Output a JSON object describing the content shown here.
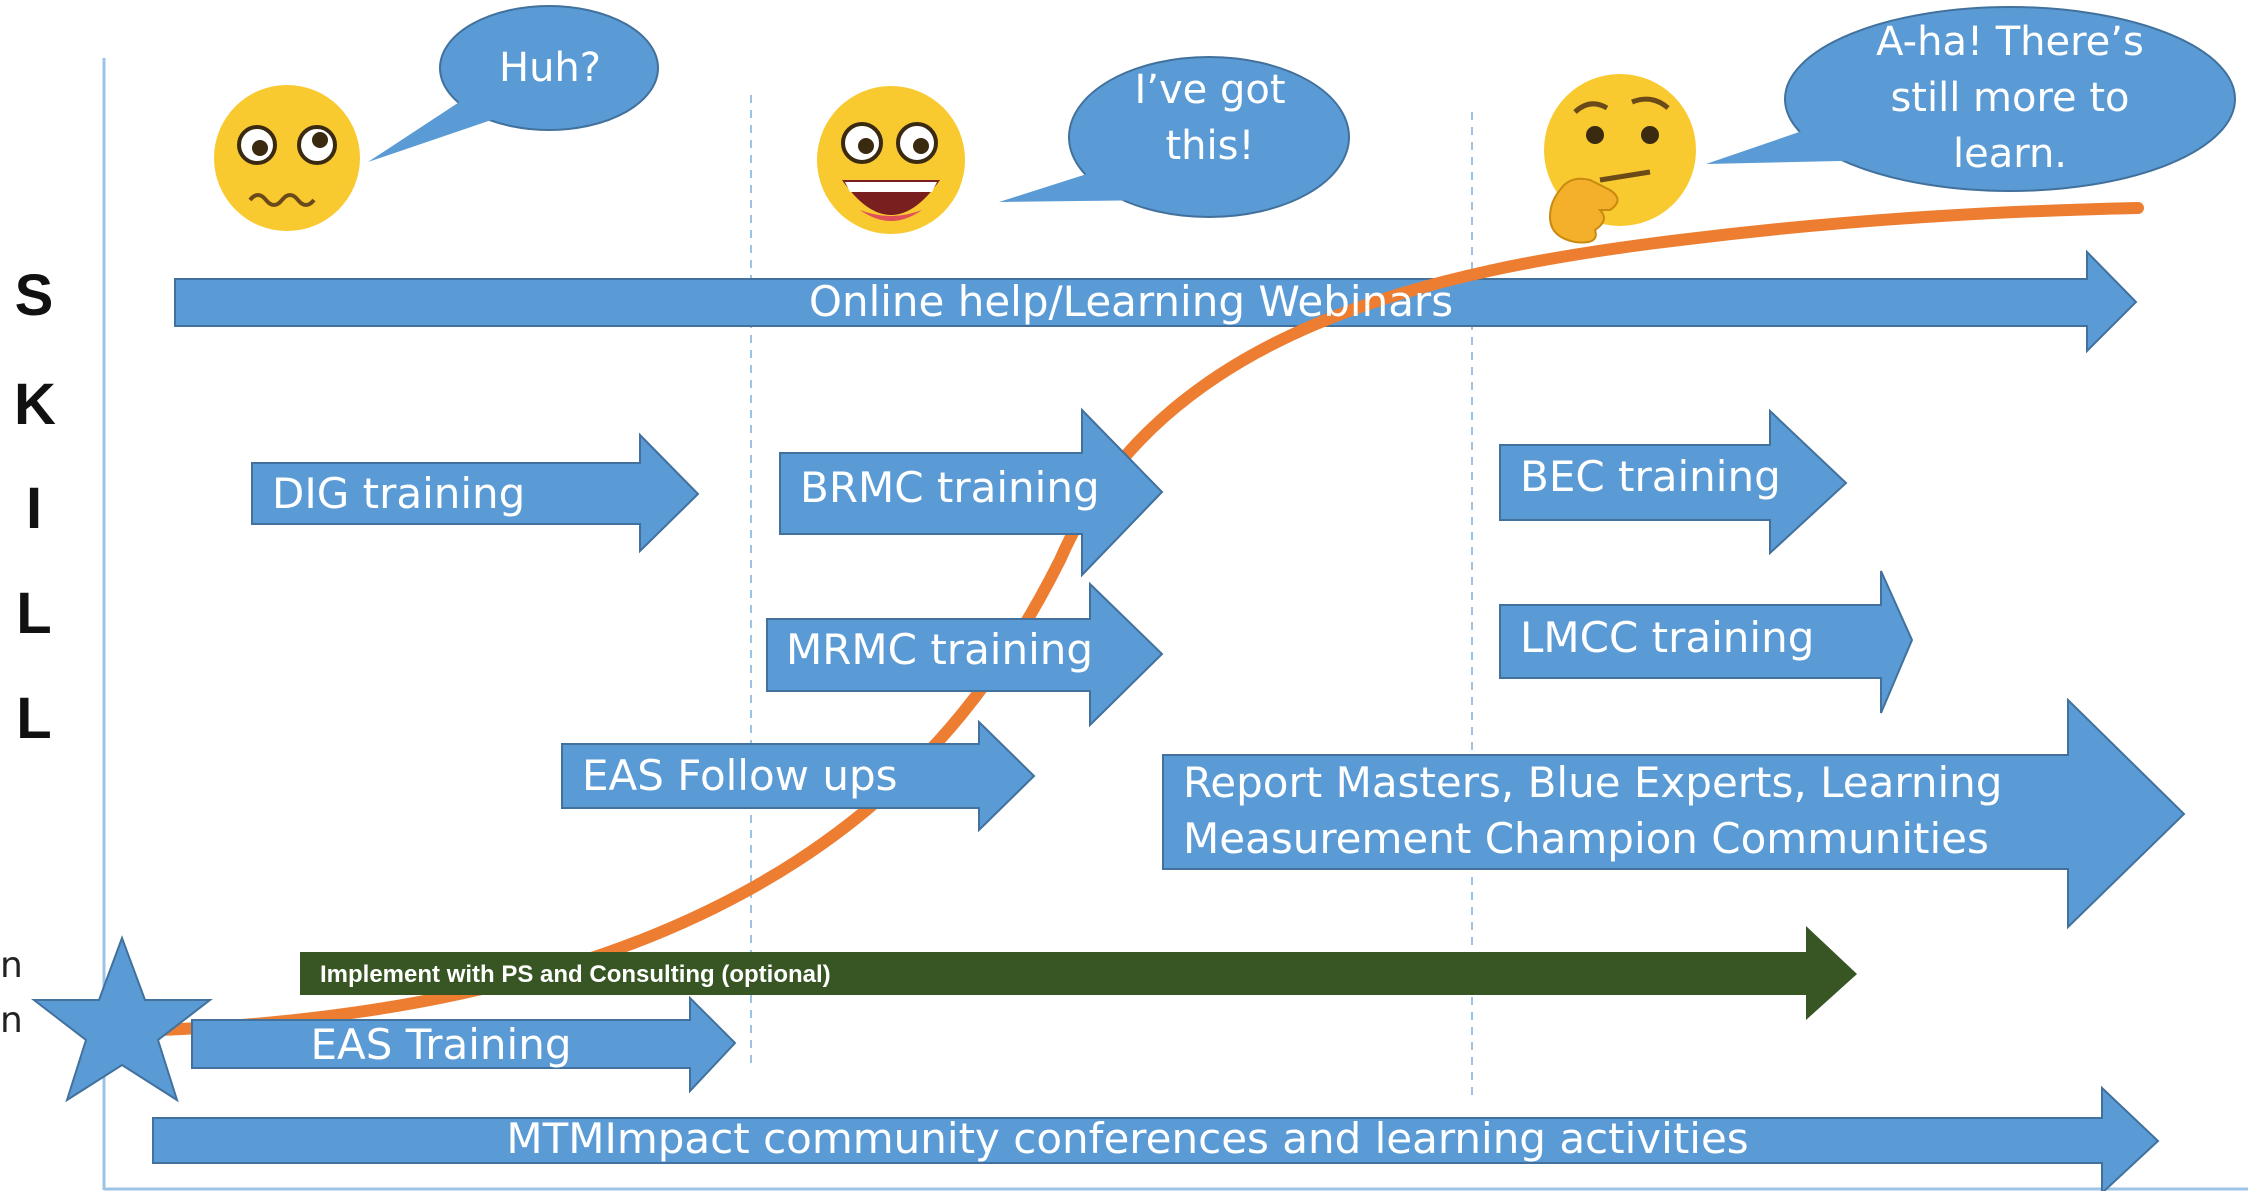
{
  "skill_letters": [
    "S",
    "K",
    "I",
    "L",
    "L"
  ],
  "bubbles": {
    "huh": "Huh?",
    "got_this_line1": "I’ve got",
    "got_this_line2": "this!",
    "aha_line1": "A-ha! There’s",
    "aha_line2": "still more to",
    "aha_line3": "learn."
  },
  "arrows": {
    "online_help": "Online help/Learning Webinars",
    "dig": "DIG training",
    "brmc": "BRMC training",
    "bec": "BEC training",
    "mrmc": "MRMC training",
    "lmcc": "LMCC training",
    "eas_follow": "EAS  Follow ups",
    "report_masters_line1": "Report Masters, Blue Experts, Learning",
    "report_masters_line2": "Measurement Champion Communities",
    "implement": "Implement with PS and Consulting (optional)",
    "eas_training": "EAS Training",
    "mtm": "MTMImpact community conferences and learning activities"
  },
  "edge_fragments": [
    "n",
    "n"
  ],
  "icons": [
    "worried-emoji-icon",
    "grinning-emoji-icon",
    "thinking-emoji-icon",
    "star-icon"
  ],
  "colors": {
    "arrow_blue": "#5b9bd5",
    "arrow_green": "#375623",
    "curve_orange": "#ed7d31",
    "emoji_yellow": "#f9c930"
  }
}
